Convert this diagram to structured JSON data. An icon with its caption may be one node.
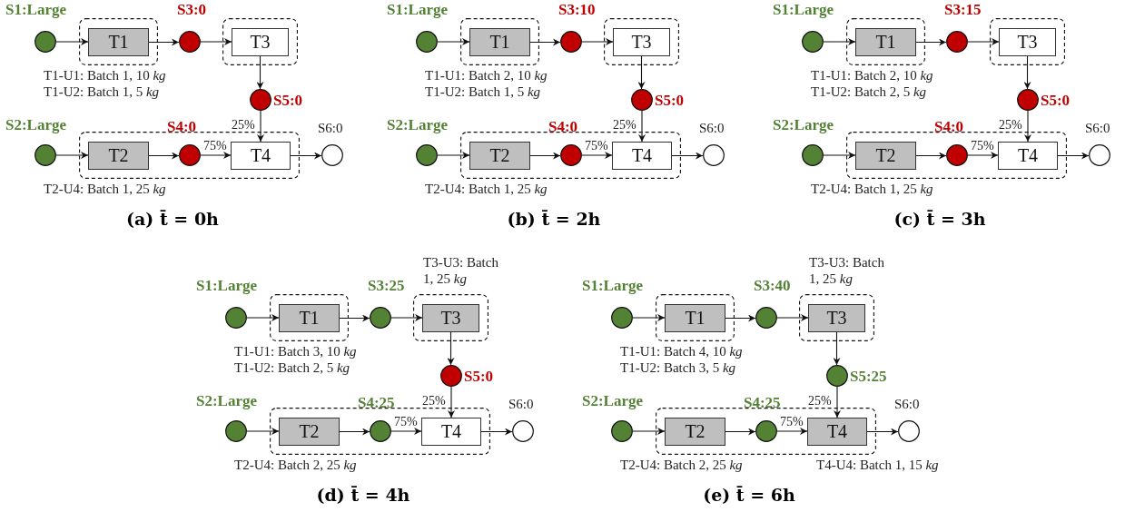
{
  "diagram": {
    "nodes": [
      {
        "text": [],
        "shape": "circle",
        "beside": [
          "S1:Large"
        ]
      },
      {
        "text": [],
        "shape": "box",
        "beside": [
          "T1-U1: Batch 1, 10 *kg*",
          "T1-U2: Batch 1, 5 *kg*"
        ]
      },
      {
        "text": [
          "T1"
        ],
        "in": 1
      },
      {
        "text": [],
        "shape": "circle",
        "beside": [
          "S3:0"
        ]
      },
      {
        "text": [],
        "shape": "box"
      },
      {
        "text": [
          "T3"
        ],
        "in": 4
      },
      {
        "text": [],
        "shape": "circle",
        "beside": [
          "S5:0"
        ]
      },
      {
        "text": [],
        "shape": "circle",
        "beside": [
          "S2:Large"
        ]
      },
      {
        "text": [],
        "shape": "box",
        "beside": [
          "T2-U4: Batch 1, 25 *kg*"
        ]
      },
      {
        "text": [
          "T2"
        ],
        "in": 8
      },
      {
        "text": [],
        "shape": "circle",
        "in": 8,
        "beside": [
          "S4:0"
        ]
      },
      {
        "text": [
          "T4"
        ],
        "in": 8
      },
      {
        "text": [],
        "shape": "circle",
        "beside": [
          "S6:0"
        ]
      },
      {
        "text": [],
        "shape": "circle",
        "beside": [
          "S1:Large"
        ]
      },
      {
        "text": [],
        "shape": "box",
        "beside": [
          "T1-U1: Batch 2, 10 *kg*",
          "T1-U2: Batch 1, 5 *kg*"
        ]
      },
      {
        "text": [
          "T1"
        ],
        "in": 14
      },
      {
        "text": [],
        "shape": "circle",
        "beside": [
          "S3:10"
        ]
      },
      {
        "text": [],
        "shape": "box"
      },
      {
        "text": [
          "T3"
        ],
        "in": 17
      },
      {
        "text": [],
        "shape": "circle",
        "beside": [
          "S5:0"
        ]
      },
      {
        "text": [],
        "shape": "circle",
        "beside": [
          "S2:Large"
        ]
      },
      {
        "text": [],
        "shape": "box",
        "beside": [
          "T2-U4: Batch 1, 25 *kg*"
        ]
      },
      {
        "text": [
          "T2"
        ],
        "in": 21
      },
      {
        "text": [],
        "shape": "circle",
        "in": 21,
        "beside": [
          "S4:0"
        ]
      },
      {
        "text": [
          "T4"
        ],
        "in": 21
      },
      {
        "text": [],
        "shape": "circle",
        "beside": [
          "S6:0"
        ]
      },
      {
        "text": [],
        "shape": "circle",
        "beside": [
          "S1:Large"
        ]
      },
      {
        "text": [],
        "shape": "box",
        "beside": [
          "T1-U1: Batch 2, 10 *kg*",
          "T1-U2: Batch 2, 5 *kg*"
        ]
      },
      {
        "text": [
          "T1"
        ],
        "in": 27
      },
      {
        "text": [],
        "shape": "circle",
        "beside": [
          "S3:15"
        ]
      },
      {
        "text": [],
        "shape": "box"
      },
      {
        "text": [
          "T3"
        ],
        "in": 30
      },
      {
        "text": [],
        "shape": "circle",
        "beside": [
          "S5:0"
        ]
      },
      {
        "text": [],
        "shape": "circle",
        "beside": [
          "S2:Large"
        ]
      },
      {
        "text": [],
        "shape": "box",
        "beside": [
          "T2-U4: Batch 1, 25 *kg*"
        ]
      },
      {
        "text": [
          "T2"
        ],
        "in": 34
      },
      {
        "text": [],
        "shape": "circle",
        "in": 34,
        "beside": [
          "S4:0"
        ]
      },
      {
        "text": [
          "T4"
        ],
        "in": 34
      },
      {
        "text": [],
        "shape": "circle",
        "beside": [
          "S6:0"
        ]
      },
      {
        "text": [],
        "shape": "circle",
        "beside": [
          "S1:Large"
        ]
      },
      {
        "text": [],
        "shape": "box",
        "beside": [
          "T1-U1: Batch 3, 10 *kg*",
          "T1-U2: Batch 2, 5 *kg*"
        ]
      },
      {
        "text": [
          "T1"
        ],
        "in": 40
      },
      {
        "text": [],
        "shape": "circle",
        "beside": [
          "S3:25"
        ]
      },
      {
        "text": [],
        "shape": "box",
        "beside": [
          "T3-U3: Batch 1, 25 *kg*"
        ]
      },
      {
        "text": [
          "T3"
        ],
        "in": 43
      },
      {
        "text": [],
        "shape": "circle",
        "beside": [
          "S5:0"
        ]
      },
      {
        "text": [],
        "shape": "circle",
        "beside": [
          "S2:Large"
        ]
      },
      {
        "text": [],
        "shape": "box",
        "beside": [
          "T2-U4: Batch 2, 25 *kg*"
        ]
      },
      {
        "text": [
          "T2"
        ],
        "in": 47
      },
      {
        "text": [],
        "shape": "circle",
        "in": 47,
        "beside": [
          "S4:25"
        ]
      },
      {
        "text": [
          "T4"
        ],
        "in": 47
      },
      {
        "text": [],
        "shape": "circle",
        "beside": [
          "S6:0"
        ]
      },
      {
        "text": [],
        "shape": "circle",
        "beside": [
          "S1:Large"
        ]
      },
      {
        "text": [],
        "shape": "box",
        "beside": [
          "T1-U1: Batch 4, 10 *kg*",
          "T1-U2: Batch 3, 5 *kg*"
        ]
      },
      {
        "text": [
          "T1"
        ],
        "in": 53
      },
      {
        "text": [],
        "shape": "circle",
        "beside": [
          "S3:40"
        ]
      },
      {
        "text": [],
        "shape": "box",
        "beside": [
          "T3-U3: Batch 1, 25 *kg*"
        ]
      },
      {
        "text": [
          "T3"
        ],
        "in": 56
      },
      {
        "text": [],
        "shape": "circle",
        "beside": [
          "S5:25"
        ]
      },
      {
        "text": [],
        "shape": "circle",
        "beside": [
          "S2:Large"
        ]
      },
      {
        "text": [],
        "shape": "box",
        "beside": [
          "T2-U4: Batch 2, 25 *kg*",
          "T4-U4: Batch 1, 15 *kg*"
        ]
      },
      {
        "text": [
          "T2"
        ],
        "in": 60
      },
      {
        "text": [],
        "shape": "circle",
        "in": 60,
        "beside": [
          "S4:25"
        ]
      },
      {
        "text": [
          "T4"
        ],
        "in": 60
      },
      {
        "text": [],
        "shape": "circle",
        "beside": [
          "S6:0"
        ]
      }
    ],
    "edges": [
      {
        "from": 0,
        "to": 2,
        "arrow": "to"
      },
      {
        "from": 2,
        "to": 3,
        "arrow": "to"
      },
      {
        "from": 3,
        "to": 5,
        "arrow": "to"
      },
      {
        "from": 5,
        "to": 6,
        "arrow": "to"
      },
      {
        "from": 6,
        "to": 11,
        "arrow": "to",
        "label": "25%"
      },
      {
        "from": 7,
        "to": 9,
        "arrow": "to"
      },
      {
        "from": 9,
        "to": 10,
        "arrow": "to"
      },
      {
        "from": 10,
        "to": 11,
        "arrow": "to",
        "label": "75%"
      },
      {
        "from": 11,
        "to": 12,
        "arrow": "to"
      },
      {
        "from": 13,
        "to": 15,
        "arrow": "to"
      },
      {
        "from": 15,
        "to": 16,
        "arrow": "to"
      },
      {
        "from": 16,
        "to": 18,
        "arrow": "to"
      },
      {
        "from": 18,
        "to": 19,
        "arrow": "to"
      },
      {
        "from": 19,
        "to": 24,
        "arrow": "to",
        "label": "25%"
      },
      {
        "from": 20,
        "to": 22,
        "arrow": "to"
      },
      {
        "from": 22,
        "to": 23,
        "arrow": "to"
      },
      {
        "from": 23,
        "to": 24,
        "arrow": "to",
        "label": "75%"
      },
      {
        "from": 24,
        "to": 25,
        "arrow": "to"
      },
      {
        "from": 26,
        "to": 28,
        "arrow": "to"
      },
      {
        "from": 28,
        "to": 29,
        "arrow": "to"
      },
      {
        "from": 29,
        "to": 31,
        "arrow": "to"
      },
      {
        "from": 31,
        "to": 32,
        "arrow": "to"
      },
      {
        "from": 32,
        "to": 37,
        "arrow": "to",
        "label": "25%"
      },
      {
        "from": 33,
        "to": 35,
        "arrow": "to"
      },
      {
        "from": 35,
        "to": 36,
        "arrow": "to"
      },
      {
        "from": 36,
        "to": 37,
        "arrow": "to",
        "label": "75%"
      },
      {
        "from": 37,
        "to": 38,
        "arrow": "to"
      },
      {
        "from": 39,
        "to": 41,
        "arrow": "to"
      },
      {
        "from": 41,
        "to": 42,
        "arrow": "to"
      },
      {
        "from": 42,
        "to": 44,
        "arrow": "to"
      },
      {
        "from": 44,
        "to": 45,
        "arrow": "to"
      },
      {
        "from": 45,
        "to": 50,
        "arrow": "to",
        "label": "25%"
      },
      {
        "from": 46,
        "to": 48,
        "arrow": "to"
      },
      {
        "from": 48,
        "to": 49,
        "arrow": "to"
      },
      {
        "from": 49,
        "to": 50,
        "arrow": "to",
        "label": "75%"
      },
      {
        "from": 50,
        "to": 51,
        "arrow": "to"
      },
      {
        "from": 52,
        "to": 54,
        "arrow": "to"
      },
      {
        "from": 54,
        "to": 55,
        "arrow": "to"
      },
      {
        "from": 55,
        "to": 57,
        "arrow": "to"
      },
      {
        "from": 57,
        "to": 58,
        "arrow": "to"
      },
      {
        "from": 58,
        "to": 63,
        "arrow": "to",
        "label": "25%"
      },
      {
        "from": 59,
        "to": 61,
        "arrow": "to"
      },
      {
        "from": 61,
        "to": 62,
        "arrow": "to"
      },
      {
        "from": 62,
        "to": 63,
        "arrow": "to",
        "label": "75%"
      },
      {
        "from": 63,
        "to": 64,
        "arrow": "to"
      }
    ],
    "labels": [
      "(a) t̄ = 0h",
      "(b) t̄ = 2h",
      "(c) t̄ = 3h",
      "(d) t̄ = 4h",
      "(e) t̄ = 6h"
    ]
  }
}
